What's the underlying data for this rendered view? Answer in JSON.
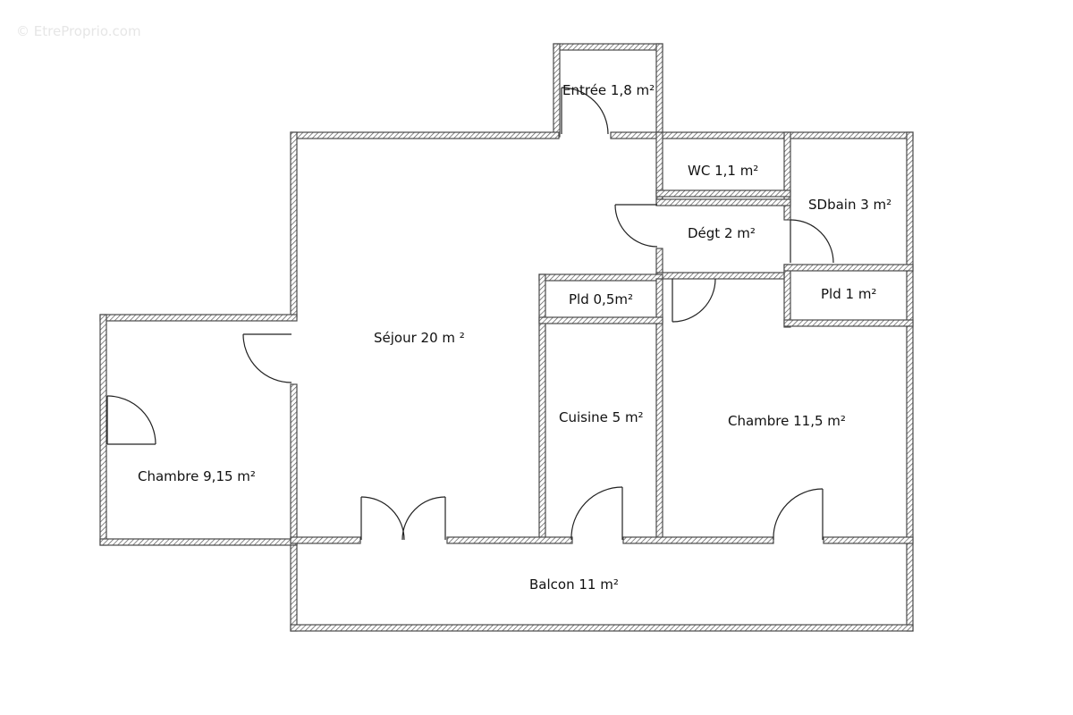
{
  "watermark": "© EtreProprio.com",
  "rooms": {
    "entree": "Entrée 1,8 m²",
    "wc": "WC 1,1 m²",
    "sdbain": "SDbain 3 m²",
    "degt": "Dégt 2 m²",
    "pld1": "Pld 0,5m²",
    "pld2": "Pld 1 m²",
    "sejour": "Séjour 20 m ²",
    "cuisine": "Cuisine 5 m²",
    "chambre2": "Chambre 11,5 m²",
    "chambre1": "Chambre 9,15 m²",
    "balcon": "Balcon 11 m²"
  }
}
